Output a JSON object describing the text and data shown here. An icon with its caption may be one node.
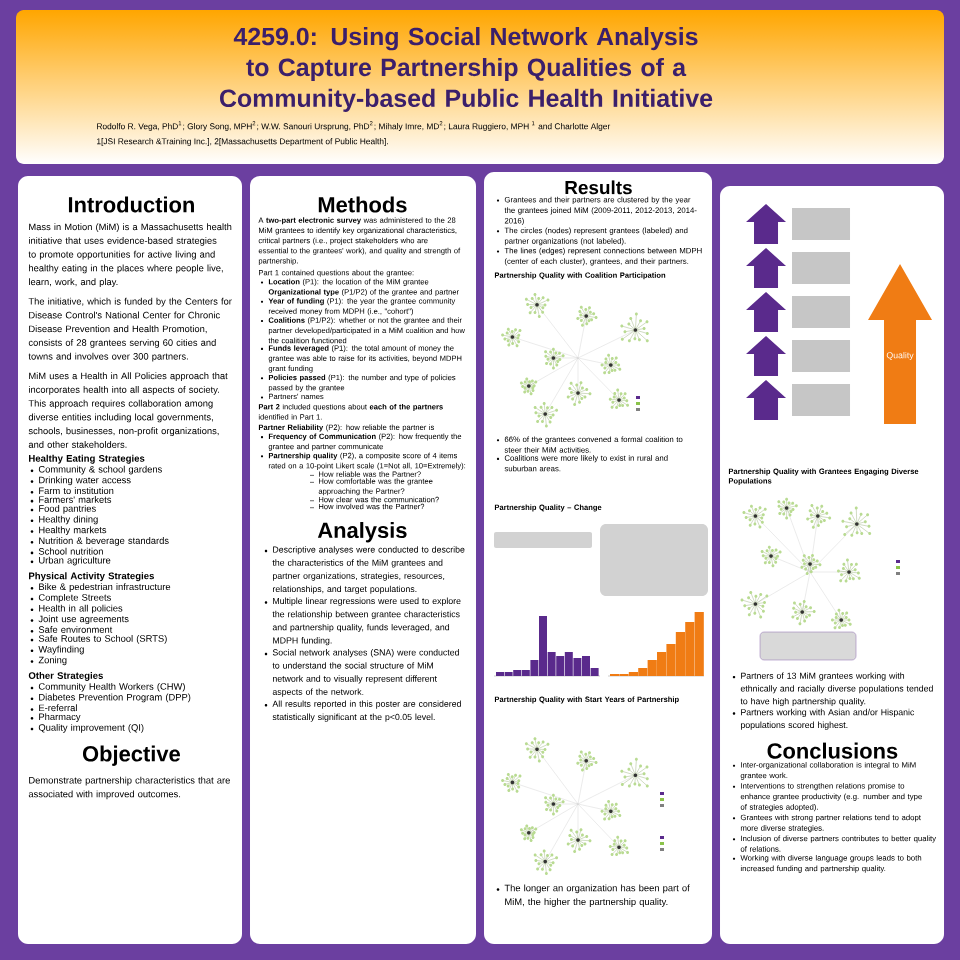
{
  "diagram": {
    "title": "4259.0: Using Social Network Analysis to Capture Partnership Qualities of a Community-based Public Health Initiative",
    "labels": [
      "Rodolfo R. Vega, PhD$^{1}$; Glory Song, MPH$^{2}$; W.W. Sanouri Ursprung, PhD$^{2}$; Mihaly Imre, MD$^{2}$; Laura Ruggiero, MPH $^{1}$ and Charlotte Alger",
      "1[JSI Research &Training Inc.], 2[Massachusetts Department of Public Health].",
      "Introduction",
      "Mass in Motion (MiM) is a Massachusetts health initiative that uses evidence-based strategies to promote opportunities for active living and healthy eating in the places where people live, learn, work, and play.",
      "The initiative, which is funded by the Centers for Disease Control's National Center for Chronic Disease Prevention and Health Promotion, consists of 28 grantees serving 60 cities and towns and involves over 300 partners.",
      "MiM uses a Health in All Policies approach that incorporates health into all aspects of society. This approach requires collaboration among diverse entities including local governments, schools, businesses, non-profit organizations, and other stakeholders.",
      "Healthy Eating Strategies",
      "Community & school gardens",
      "Drinking water access",
      "Farm to institution",
      "Farmers' markets",
      "Food pantries",
      "Healthy dining",
      "Healthy markets",
      "Nutrition & beverage standards",
      "School nutrition",
      "Urban agriculture",
      "Physical Activity Strategies",
      "Bike & pedestrian infrastructure",
      "Complete Streets",
      "Health in all policies",
      "Joint use agreements",
      "Safe environment",
      "Safe Routes to School (SRTS)",
      "Wayfinding",
      "Zoning",
      "Other Strategies",
      "Community Health Workers (CHW)",
      "Diabetes Prevention Program (DPP)",
      "E-referral",
      "Pharmacy",
      "Quality improvement (QI)",
      "Objective",
      "Demonstrate partnership characteristics that are associated with improved outcomes.",
      "Methods",
      "A **two-part electronic survey** was administered to the 28 MiM grantees to identify key organizational characteristics, critical partners (i.e., project stakeholders who are essential to the grantees' work), and quality and strength of partnership.",
      "Part 1 contained questions about the grantee:",
      "**Location** (P1): the location of the MiM grantee **Organizational type** (P1/P2) of the grantee and partner",
      "**Year of funding** (P1): the year the grantee community received money from MDPH (i.e., \"cohort\")",
      "**Coalitions** (P1/P2): whether or not the grantee and their partner developed/participated in a MiM coalition and how the coalition functioned",
      "**Funds leveraged** (P1): the total amount of money the grantee was able to raise for its activities, beyond MDPH grant funding",
      "**Policies passed** (P1): the number and type of policies passed by the grantee",
      "Partners' names",
      "**Part 2** included questions about **each of the partners** identified in Part 1.",
      "**Partner Reliability** (P2): how reliable the partner is",
      "**Frequency of Communication** (P2): how frequently the grantee and partner communicate",
      "**Partnership quality** (P2), a composite score of 4 items rated on a 10-point Likert scale (1=Not all, 10=Extremely):",
      "How reliable was the Partner?",
      "How comfortable was the grantee approaching the Partner?",
      "How clear was the communication?",
      "How involved was the Partner?",
      "Analysis",
      "Descriptive analyses were conducted to describe the characteristics of the MiM grantees and partner organizations, strategies, resources, relationships, and target populations.",
      "Multiple linear regressions were used to explore the relationship between grantee characteristics and partnership quality, funds leveraged, and MDPH funding.",
      "Social network analyses (SNA) were conducted to understand the social structure of MiM network and to visually represent different aspects of the network.",
      "All results reported in this poster are considered statistically significant at the p<0.05 level.",
      "Results",
      "Grantees and their partners are clustered by the year the grantees joined MiM (2009-2011, 2012-2013, 2014-2016)",
      "The circles (nodes) represent grantees (labeled) and partner organizations (not labeled).",
      "The lines (edges) represent connections between MDPH (center of each cluster), grantees, and their partners.",
      "Partnership Quality with Coalition Participation",
      "66% of the grantees convened a formal coalition to steer their MiM activities.",
      "Coalitions were more likely to exist in rural and suburban areas.",
      "Partnership Quality – Change",
      "Partnership Quality with Start Years of Partnership",
      "The longer an organization has been part of MiM, the higher the partnership quality.",
      "Quality",
      "Partnership Quality with Grantees Engaging Diverse Populations",
      "Partners of 13 MiM grantees working with ethnically and racially diverse populations tended to have high partnership quality.",
      "Partners working with Asian and/or Hispanic populations scored highest.",
      "Conclusions",
      "Inter-organizational collaboration is integral to MiM grantee work.",
      "Interventions to strengthen relations promise to enhance grantee productivity (e.g. number and type of strategies adopted).",
      "Grantees with strong partner relations tend to adopt more diverse strategies.",
      "Inclusion of diverse partners contributes to better quality of relations.",
      "Working with diverse language groups leads to both increased funding and partnership quality."
    ]
  }
}
